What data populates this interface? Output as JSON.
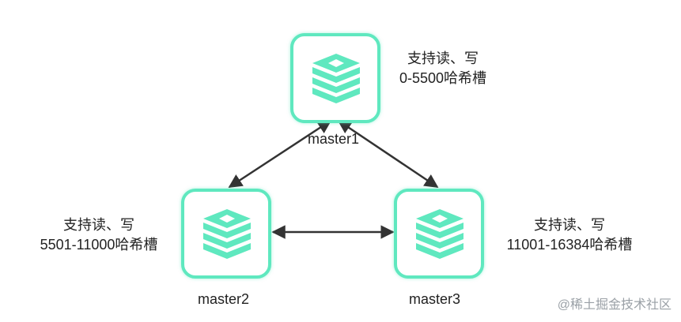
{
  "nodes": [
    {
      "name": "master1",
      "desc_line1": "支持读、写",
      "desc_line2": "0-5500哈希槽"
    },
    {
      "name": "master2",
      "desc_line1": "支持读、写",
      "desc_line2": "5501-11000哈希槽"
    },
    {
      "name": "master3",
      "desc_line1": "支持读、写",
      "desc_line2": "11001-16384哈希槽"
    }
  ],
  "edges": [
    {
      "from": "master1",
      "to": "master2",
      "direction": "both"
    },
    {
      "from": "master1",
      "to": "master3",
      "direction": "both"
    },
    {
      "from": "master2",
      "to": "master3",
      "direction": "both"
    }
  ],
  "colors": {
    "node_border": "#5fe8bf",
    "icon_fill": "#5fe8bf",
    "arrow": "#333333",
    "text": "#222222"
  },
  "node_icon": "redis-stack-icon",
  "watermark": "@稀土掘金技术社区"
}
